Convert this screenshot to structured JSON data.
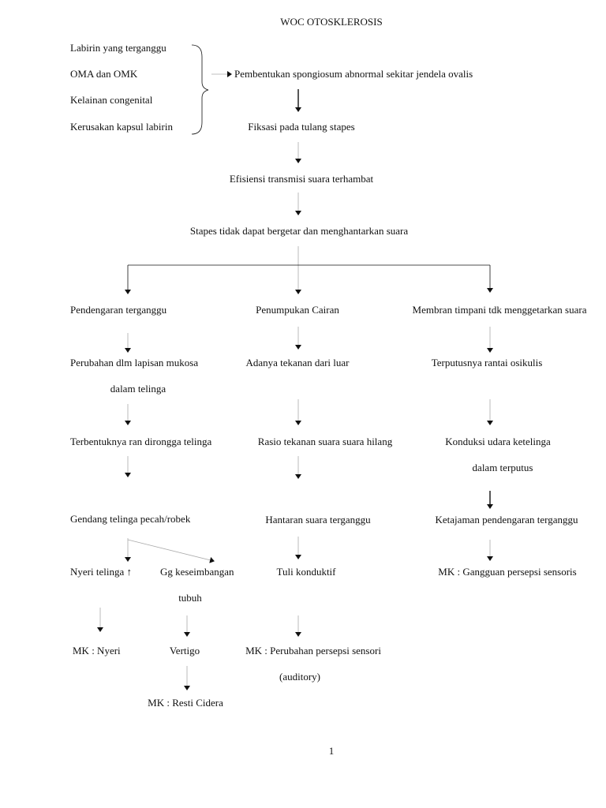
{
  "title": "WOC OTOSKLEROSIS",
  "causes": [
    "Labirin yang terganggu",
    "OMA dan  OMK",
    "Kelainan congenital",
    "Kerusakan kapsul labirin"
  ],
  "chain": [
    "Pembentukan spongiosum abnormal sekitar jendela ovalis",
    "Fiksasi pada tulang stapes",
    "Efisiensi transmisi suara terhambat",
    "Stapes tidak dapat bergetar dan menghantarkan suara"
  ],
  "left": {
    "n1": "Pendengaran terganggu",
    "n2a": "Perubahan dlm lapisan  mukosa",
    "n2b": "dalam telinga",
    "n3": "Terbentuknya ran dirongga telinga",
    "n4": "Gendang telinga pecah/robek",
    "n5": "Nyeri telinga ↑",
    "n6a": "Gg keseimbangan",
    "n6b": "tubuh",
    "n7": "MK : Nyeri",
    "n8": "Vertigo",
    "n9": "MK : Resti Cidera"
  },
  "middle": {
    "n1": "Penumpukan Cairan",
    "n2": "Adanya tekanan dari luar",
    "n3": "Rasio tekanan suara  suara hilang",
    "n4": "Hantaran suara terganggu",
    "n5": "Tuli konduktif",
    "n6a": "MK : Perubahan persepsi sensori",
    "n6b": "(auditory)"
  },
  "right": {
    "n1": "Membran timpani tdk  menggetarkan suara",
    "n2": "Terputusnya rantai osikulis",
    "n3a": "Konduksi udara ketelinga",
    "n3b": "dalam terputus",
    "n4": "Ketajaman pendengaran terganggu",
    "n5": "MK : Gangguan persepsi sensoris"
  },
  "page_number": "1"
}
